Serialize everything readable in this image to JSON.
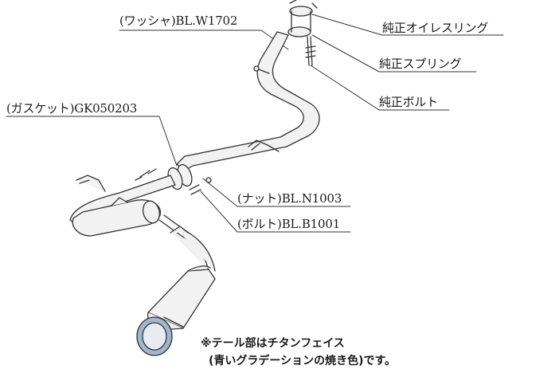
{
  "labels": {
    "washer": "(ワッシャ)BL.W1702",
    "oil_ring": "純正オイレスリング",
    "spring": "純正スプリング",
    "bolt_oem": "純正ボルト",
    "gasket": "(ガスケット)GK050203",
    "nut": "(ナット)BL.N1003",
    "bolt": "(ボルト)BL.B1001"
  },
  "note": {
    "line1": "※テール部はチタンフェイス",
    "line2": "(青いグラデーションの焼き色)です。"
  },
  "colors": {
    "line": "#333333",
    "pipe_fill": "#f2f2f2",
    "tip_blue": "#9fb6cc"
  }
}
